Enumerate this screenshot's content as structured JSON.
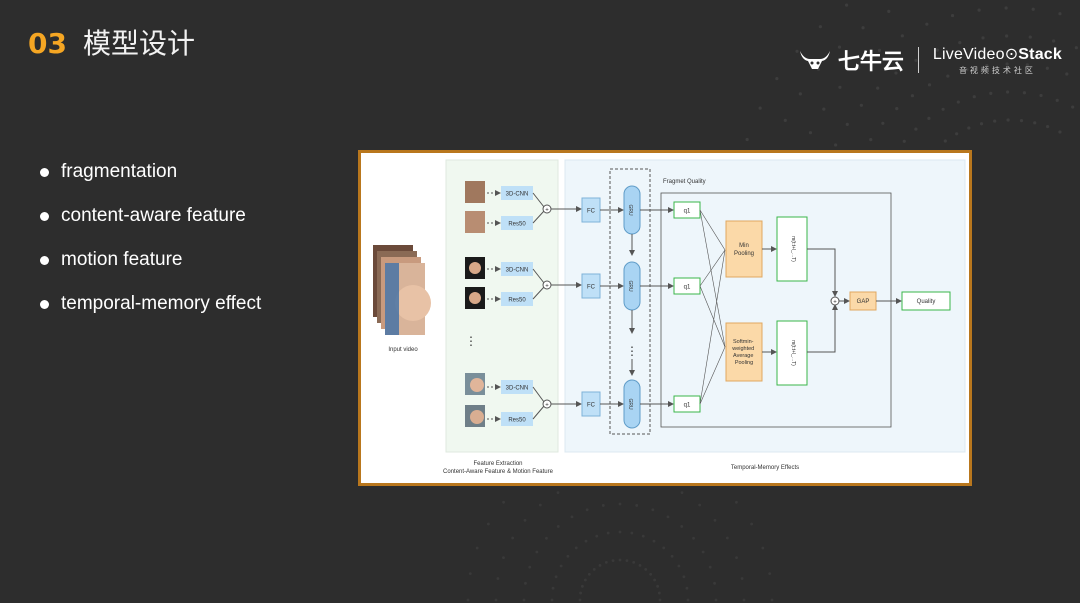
{
  "slide": {
    "number": "03",
    "title": "模型设计"
  },
  "logos": {
    "qiniu": "七牛云",
    "livevideostack_prefix": "Live",
    "livevideostack_mid": "Video",
    "livevideostack_bold": "Stack",
    "livevideostack_sub": "音视频技术社区"
  },
  "bullets": [
    "fragmentation",
    "content-aware feature",
    "motion feature",
    "temporal-memory effect"
  ],
  "diagram": {
    "input_label": "Input video",
    "cnn_label": "3D-CNN",
    "res_label": "Res50",
    "fc_label": "FC",
    "gru_label": "GRU",
    "q_label": "q1",
    "fragmet_quality": "Fragmet Quality",
    "min_pooling": "Min Pooling",
    "softmin_pooling": [
      "Softmin-",
      "weighted",
      "Average",
      "Pooling"
    ],
    "mt_top": "m(t:t+l_...T)",
    "mt_bottom": "m(t:t+l_...T)",
    "plus": "+",
    "gap": "GAP",
    "quality": "Quality",
    "feature_extraction": "Feature Extraction",
    "feature_sub": "Content-Aware Feature & Motion Feature",
    "temporal_memory": "Temporal-Memory Effects",
    "vdots": "⋮"
  },
  "colors": {
    "background": "#2d2d2d",
    "accent": "#f5a623",
    "frame_border": "#b9771d",
    "blue_box": "#bfe0f7",
    "gru_fill": "#a9d4f3",
    "orange_box": "#fbd9a8",
    "green_border": "#39b54a",
    "light_panel": "#eef6fb",
    "green_panel": "#f0f8f0"
  }
}
